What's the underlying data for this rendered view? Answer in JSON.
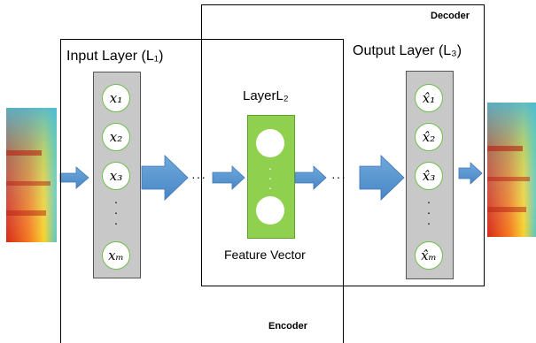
{
  "decoder": {
    "label": "Decoder"
  },
  "encoder": {
    "label": "Encoder"
  },
  "input_layer": {
    "title": "Input Layer (L₁)",
    "nodes": [
      "x₁",
      "x₂",
      "x₃",
      "xₘ"
    ]
  },
  "hidden_layer": {
    "title": "LayerL₂",
    "caption": "Feature Vector"
  },
  "output_layer": {
    "title": "Output Layer (L₃)",
    "nodes": [
      "x̂₁",
      "x̂₂",
      "x̂₃",
      "x̂ₘ"
    ]
  },
  "ellipsis": "···",
  "colors": {
    "arrow": "#5b9bd5",
    "node_border": "#6cbf49",
    "feature_box": "#8fd14f",
    "panel": "#c8c8c8"
  }
}
